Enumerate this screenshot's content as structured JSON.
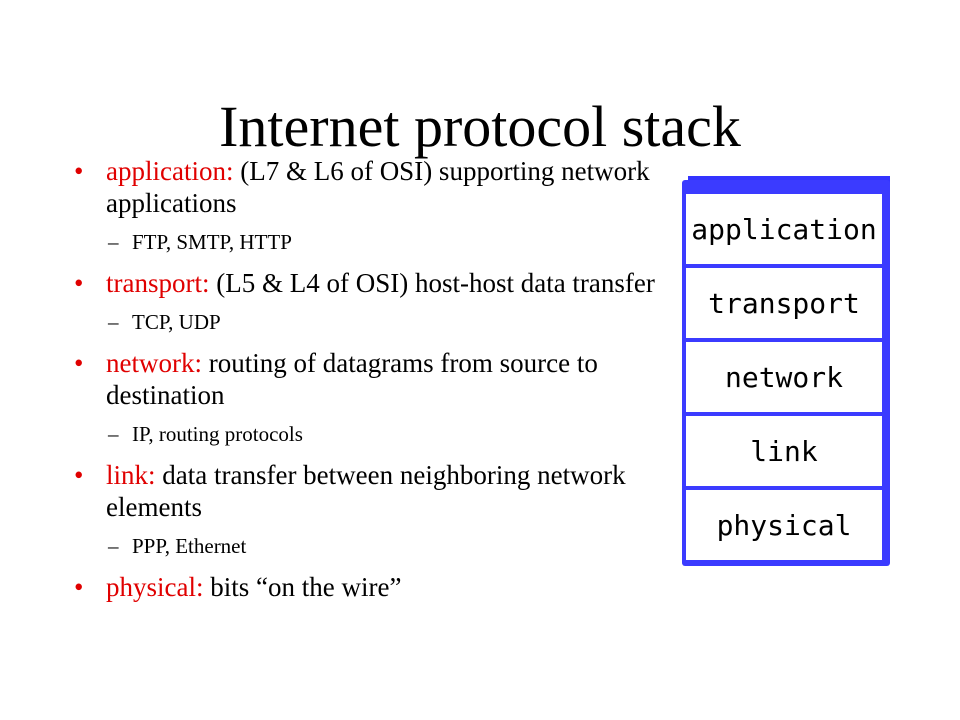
{
  "title": "Internet protocol stack",
  "bullets": [
    {
      "keyword": "application:",
      "text": " (L7 & L6 of OSI) supporting network applications",
      "sub": "FTP, SMTP, HTTP"
    },
    {
      "keyword": "transport:",
      "text": " (L5 & L4 of OSI) host-host data transfer",
      "sub": "TCP, UDP"
    },
    {
      "keyword": "network:",
      "text": " routing of datagrams from source to destination",
      "sub": "IP, routing protocols"
    },
    {
      "keyword": "link:",
      "text": " data transfer between neighboring network elements",
      "sub": "PPP, Ethernet"
    },
    {
      "keyword": "physical:",
      "text": " bits “on the wire”"
    }
  ],
  "bullet_symbol": "•",
  "sub_symbol": "–",
  "stack_layers": [
    "application",
    "transport",
    "network",
    "link",
    "physical"
  ],
  "colors": {
    "keyword": "#e00000",
    "stack_border": "#3b3bff"
  }
}
